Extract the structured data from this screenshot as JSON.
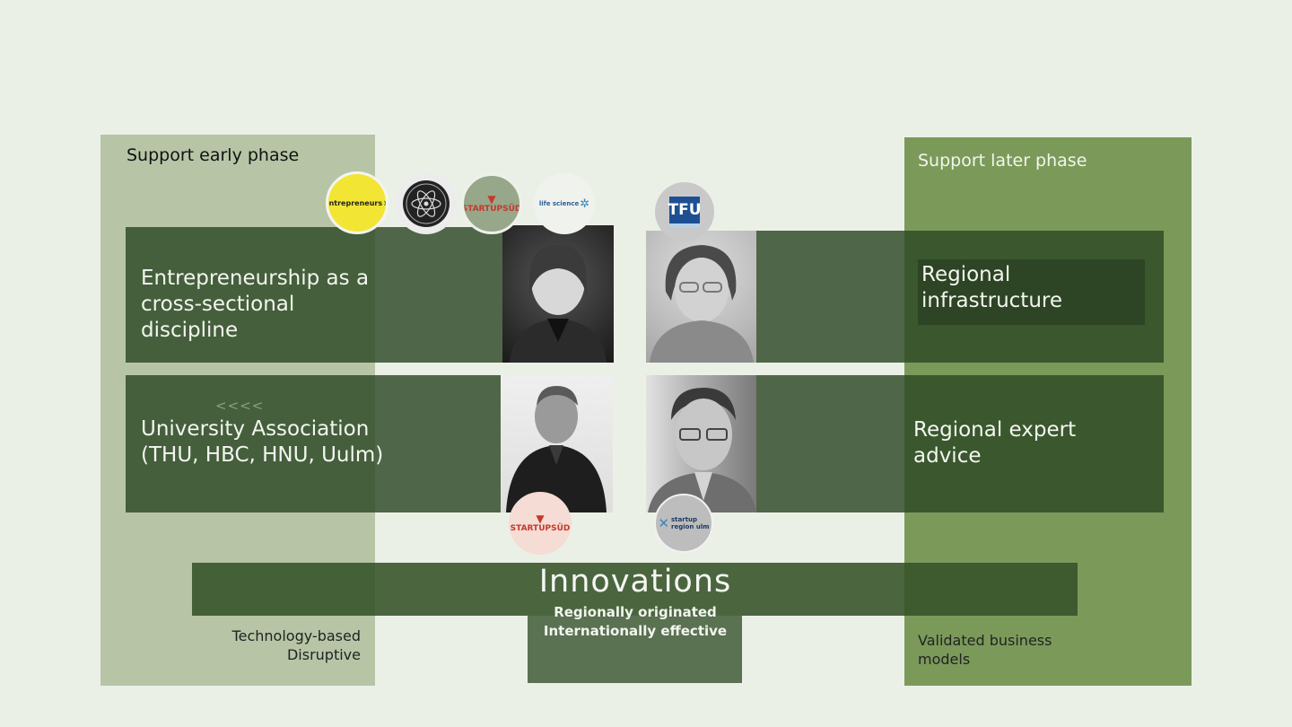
{
  "phases": {
    "early": {
      "label": "Support early phase",
      "sub": [
        "Technology-based",
        "Disruptive"
      ]
    },
    "later": {
      "label": "Support later phase",
      "sub": [
        "Validated business",
        "models"
      ]
    }
  },
  "bands": {
    "entrepreneurship": [
      "Entrepreneurship as a",
      "cross-sectional",
      "discipline"
    ],
    "university": [
      "University Association",
      "(THU, HBC, HNU, Uulm)"
    ],
    "infrastructure": [
      "Regional",
      "infrastructure"
    ],
    "advice": [
      "Regional expert",
      "advice"
    ],
    "arrows": "<<<<"
  },
  "innovations": {
    "title": "Innovations",
    "sub1": "Regionally originated",
    "sub2": "Internationally effective"
  },
  "logos": {
    "entrepreneurs": "entrepreneurs",
    "startupsud": "STARTUPSÜD",
    "lifescience": "life science",
    "tfu": "TFU",
    "startupregion": [
      "startup",
      "region ulm"
    ]
  },
  "colors": {
    "background": "#ebf0e7",
    "early_phase": "#b7c5a6",
    "later_phase": "#7b9a5a",
    "dark_band": "#2c4824"
  }
}
